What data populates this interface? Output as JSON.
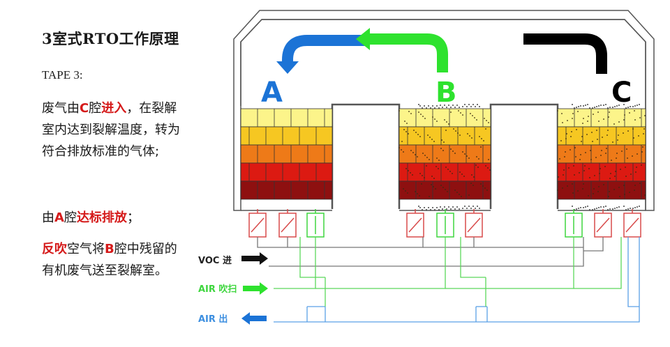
{
  "title": "3室式RTO工作原理",
  "tape": "TAPE 3:",
  "desc1": {
    "p1": "废气由",
    "c": "C",
    "p2": "腔",
    "enter": "进入",
    "p3": "，在裂解室内达到裂解温度，转为符合排放标准的气体;"
  },
  "desc2": {
    "p1": "由",
    "a": "A",
    "p2": "腔",
    "std": "达标排放",
    "p3": "；"
  },
  "desc3": {
    "blow": "反吹",
    "p1": "空气将",
    "b": "B",
    "p2": "腔中残留的有机废气送至裂解室。"
  },
  "chambers": {
    "a": "A",
    "b": "B",
    "c": "C"
  },
  "legend": {
    "voc": "VOC 进",
    "air_blow": "AIR 吹扫",
    "air_out": "AIR 出"
  },
  "colors": {
    "blue": "#1b73d6",
    "green": "#2ee22e",
    "black": "#000000",
    "red_text": "#d51a1a",
    "voc_line": "#555555",
    "air_blow_line": "#45d845",
    "air_out_line": "#4a9be6"
  }
}
